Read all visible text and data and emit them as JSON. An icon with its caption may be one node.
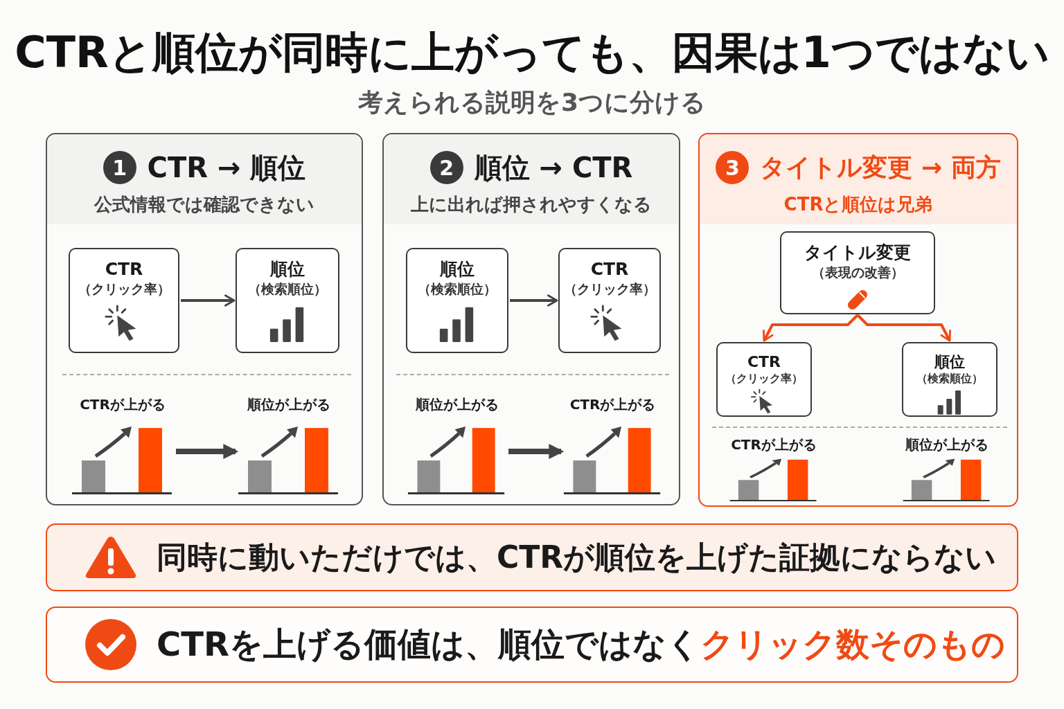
{
  "diagram": {
    "title": "CTRと順位が同時に上がっても、因果は1つではない",
    "labels": [
      "考えられる説明を3つに分ける"
    ],
    "nodes": [
      {
        "text": [
          "1",
          "CTR → 順位",
          "公式情報では確認できない"
        ]
      },
      {
        "text": [
          "CTR",
          "（クリック率）"
        ],
        "in": 0
      },
      {
        "text": [
          "順位",
          "（検索順位）"
        ],
        "in": 0
      },
      {
        "text": [
          "CTRが上がる"
        ],
        "in": 0
      },
      {
        "text": [
          "順位が上がる"
        ],
        "in": 0
      },
      {
        "text": [
          "2",
          "順位 → CTR",
          "上に出れば押されやすくなる"
        ]
      },
      {
        "text": [
          "順位",
          "（検索順位）"
        ],
        "in": 5
      },
      {
        "text": [
          "CTR",
          "（クリック率）"
        ],
        "in": 5
      },
      {
        "text": [
          "順位が上がる"
        ],
        "in": 5
      },
      {
        "text": [
          "CTRが上がる"
        ],
        "in": 5
      },
      {
        "text": [
          "3",
          "タイトル変更 → 両方",
          "CTRと順位は兄弟"
        ]
      },
      {
        "text": [
          "タイトル変更",
          "（表現の改善）"
        ],
        "in": 10
      },
      {
        "text": [
          "CTR",
          "（クリック率）"
        ],
        "in": 10
      },
      {
        "text": [
          "順位",
          "（検索順位）"
        ],
        "in": 10
      },
      {
        "text": [
          "CTRが上がる"
        ],
        "in": 10
      },
      {
        "text": [
          "順位が上がる"
        ],
        "in": 10
      },
      {
        "text": [
          "同時に動いただけでは、CTRが順位を上げた証拠にならない"
        ]
      },
      {
        "text": [
          "CTRを上げる価値は、順位ではなく**クリック数そのもの**"
        ]
      }
    ],
    "edges": [
      {
        "from": 1,
        "to": 2,
        "arrow": "to"
      },
      {
        "from": 3,
        "to": 4,
        "arrow": "to",
        "style": "thick"
      },
      {
        "from": 6,
        "to": 7,
        "arrow": "to"
      },
      {
        "from": 8,
        "to": 9,
        "arrow": "to",
        "style": "thick"
      },
      {
        "from": 11,
        "to": 12,
        "arrow": "to",
        "color": "#f04a14"
      },
      {
        "from": 11,
        "to": 13,
        "arrow": "to",
        "color": "#f04a14"
      }
    ]
  }
}
